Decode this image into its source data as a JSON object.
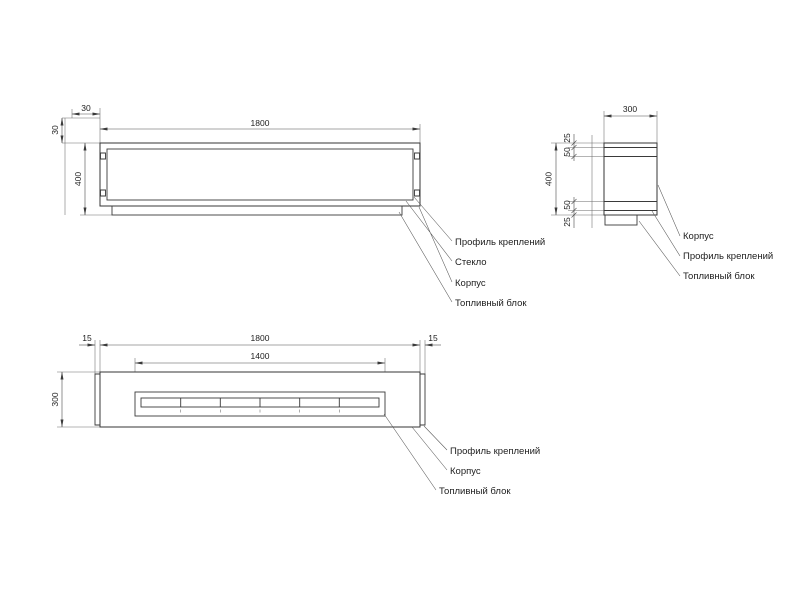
{
  "drawing": {
    "front_view": {
      "dim_offset_h": "30",
      "dim_offset_v": "30",
      "dim_width": "1800",
      "dim_height": "400",
      "callout_profile": "Профиль креплений",
      "callout_glass": "Стекло",
      "callout_body": "Корпус",
      "callout_fuel": "Топливный блок"
    },
    "side_view": {
      "dim_depth": "300",
      "dim_top_gap": "25",
      "dim_top_profile": "50",
      "dim_height": "400",
      "dim_bottom_profile": "50",
      "dim_bottom_gap": "25",
      "callout_body": "Корпус",
      "callout_profile": "Профиль креплений",
      "callout_fuel": "Топливный блок"
    },
    "top_view": {
      "dim_left_overhang": "15",
      "dim_width": "1800",
      "dim_right_overhang": "15",
      "dim_fuel_width": "1400",
      "dim_depth": "300",
      "callout_profile": "Профиль креплений",
      "callout_body": "Корпус",
      "callout_fuel": "Топливный блок"
    }
  }
}
